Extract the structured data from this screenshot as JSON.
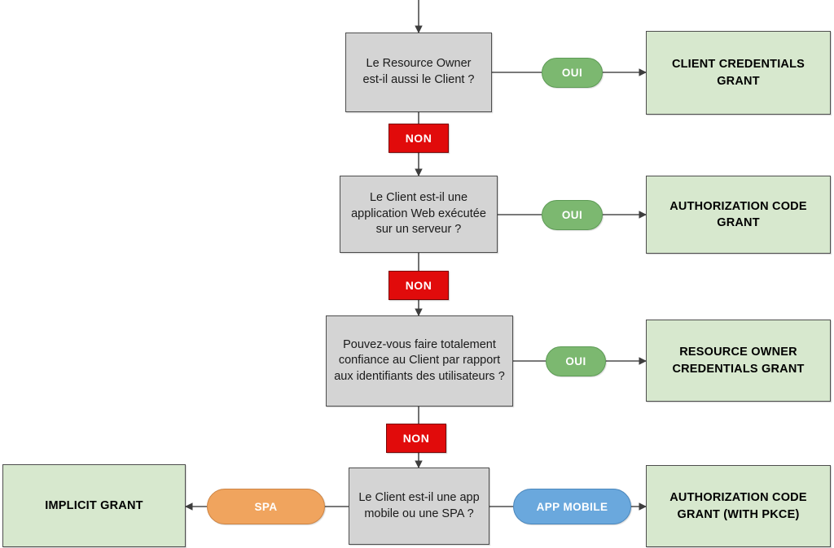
{
  "diagram": {
    "title": "OAuth 2.0 grant type decision flowchart",
    "colors": {
      "question_fill": "#d4d4d4",
      "result_fill": "#d7e8ce",
      "pill_yes": "#7cb870",
      "pill_spa": "#f0a45e",
      "pill_mobile": "#6aa8dd",
      "badge_no": "#e10b0b",
      "edge": "#4d4d4d",
      "border": "#4d4d4d"
    },
    "questions": [
      {
        "id": "q1",
        "label": "Le Resource Owner\nest-il aussi le Client ?"
      },
      {
        "id": "q2",
        "label": "Le Client est-il une\napplication Web exécutée\nsur un serveur ?"
      },
      {
        "id": "q3",
        "label": "Pouvez-vous faire totalement\nconfiance au Client par rapport\naux identifiants des utilisateurs ?"
      },
      {
        "id": "q4",
        "label": "Le Client est-il une app\nmobile ou une SPA ?"
      }
    ],
    "results": [
      {
        "id": "r1",
        "label": "CLIENT CREDENTIALS\nGRANT"
      },
      {
        "id": "r2",
        "label": "AUTHORIZATION CODE\nGRANT"
      },
      {
        "id": "r3",
        "label": "RESOURCE OWNER\nCREDENTIALS GRANT"
      },
      {
        "id": "r4",
        "label": "AUTHORIZATION CODE\nGRANT (WITH PKCE)"
      },
      {
        "id": "r5",
        "label": "IMPLICIT GRANT"
      }
    ],
    "yes_labels": [
      {
        "id": "oui1",
        "label": "OUI"
      },
      {
        "id": "oui2",
        "label": "OUI"
      },
      {
        "id": "oui3",
        "label": "OUI"
      }
    ],
    "no_labels": [
      {
        "id": "non1",
        "label": "NON"
      },
      {
        "id": "non2",
        "label": "NON"
      },
      {
        "id": "non3",
        "label": "NON"
      }
    ],
    "branch_labels": [
      {
        "id": "spa",
        "label": "SPA"
      },
      {
        "id": "mobile",
        "label": "APP MOBILE"
      }
    ]
  }
}
